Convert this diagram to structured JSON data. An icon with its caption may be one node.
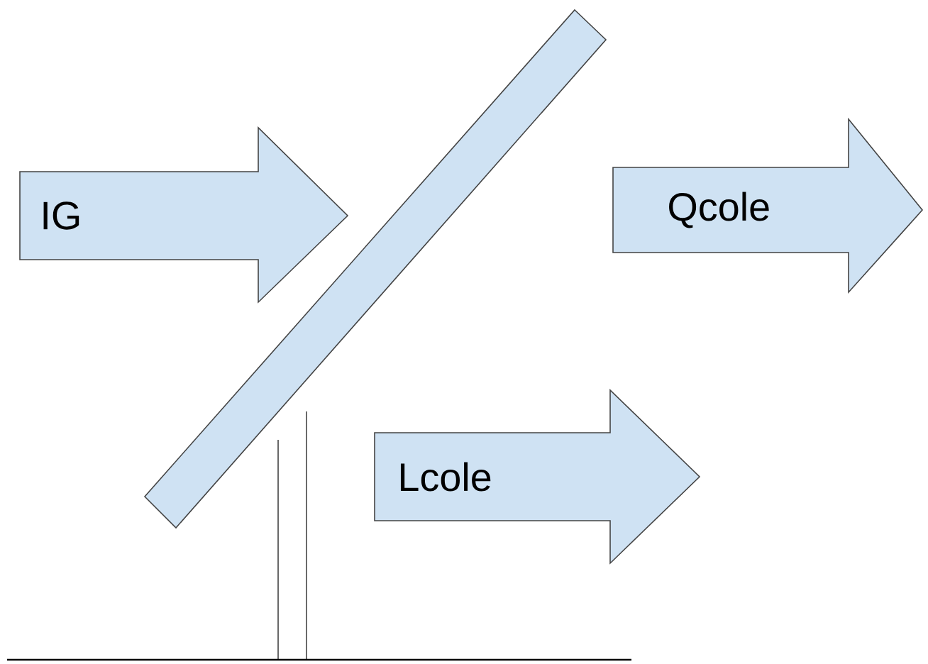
{
  "diagram": {
    "nodes": [
      {
        "text": [
          "IG"
        ]
      },
      {
        "text": [
          "Qcole"
        ]
      },
      {
        "text": [
          "Lcole"
        ]
      }
    ]
  }
}
